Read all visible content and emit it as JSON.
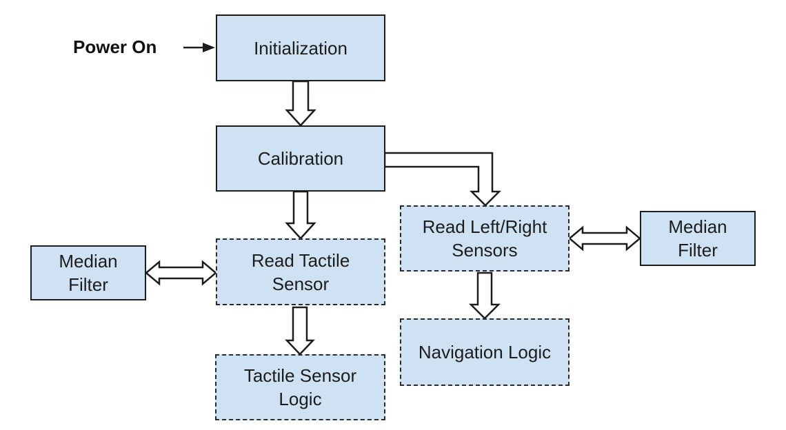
{
  "flowchart": {
    "start_label": "Power On",
    "nodes": {
      "initialization": "Initialization",
      "calibration": "Calibration",
      "read_tactile_sensor": "Read Tactile\nSensor",
      "median_filter_left": "Median\nFilter",
      "tactile_sensor_logic": "Tactile Sensor\nLogic",
      "read_left_right_sensors": "Read Left/Right\nSensors",
      "median_filter_right": "Median\nFilter",
      "navigation_logic": "Navigation Logic"
    }
  },
  "colors": {
    "box_fill": "#cfe2f3",
    "box_border": "#1c1c1c",
    "arrow_stroke": "#1c1c1c",
    "arrow_fill": "#ffffff"
  }
}
